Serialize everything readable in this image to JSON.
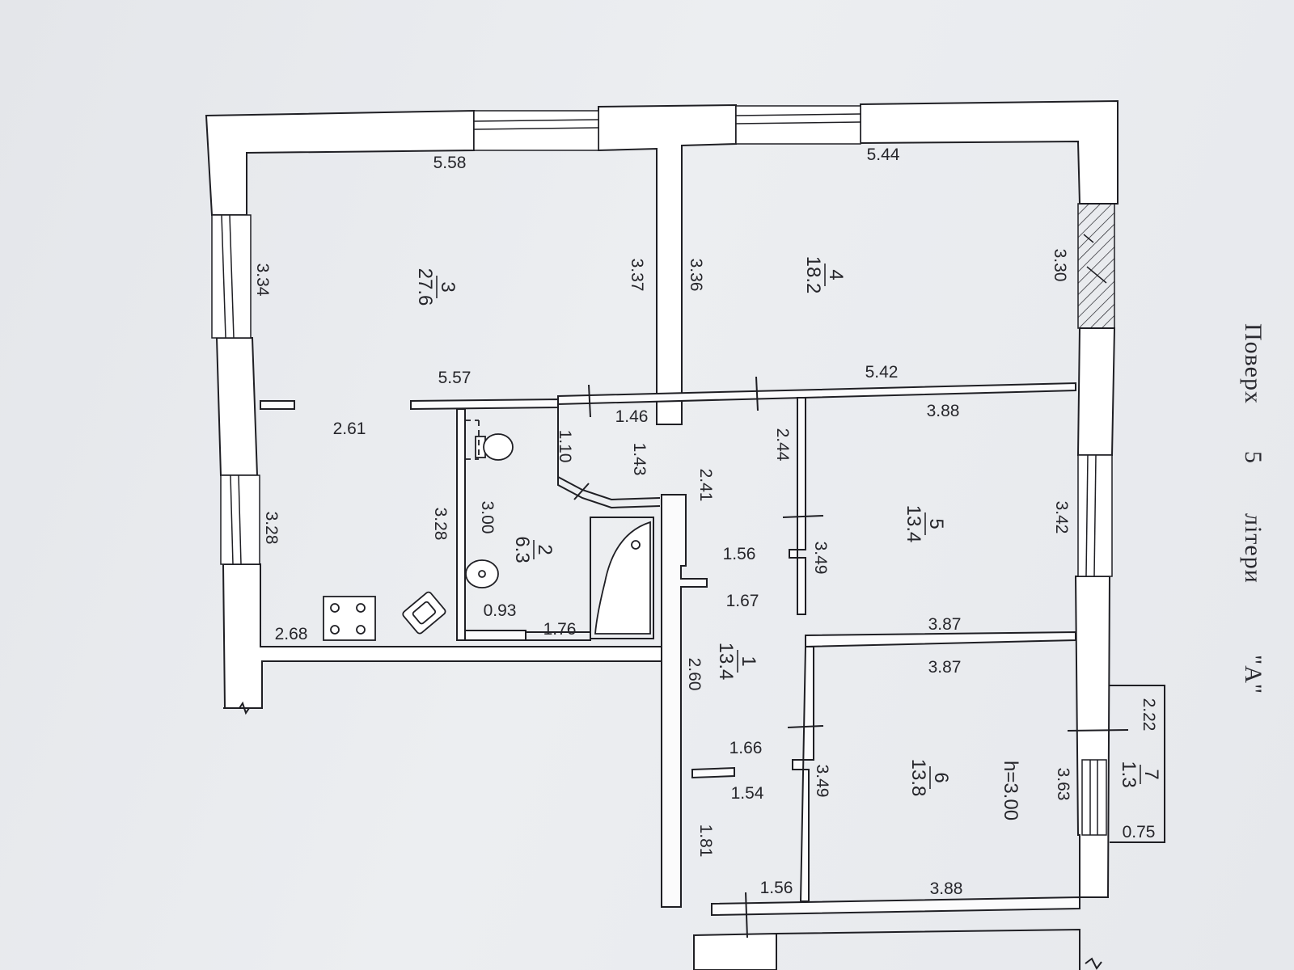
{
  "title": {
    "floor_word": "Поверх",
    "floor_number": "5",
    "litera_word": "літери",
    "litera_value": "\"А\""
  },
  "height_note": "h=3.00",
  "rooms": [
    {
      "id": "1",
      "area": "13.4"
    },
    {
      "id": "2",
      "area": "6.3"
    },
    {
      "id": "3",
      "area": "27.6"
    },
    {
      "id": "4",
      "area": "18.2"
    },
    {
      "id": "5",
      "area": "13.4"
    },
    {
      "id": "6",
      "area": "13.8"
    },
    {
      "id": "7",
      "area": "1.3"
    }
  ],
  "dimensions": {
    "r3_top": "5.58",
    "r3_left_upper": "3.34",
    "r3_left_lower": "3.28",
    "r3_right": "3.37",
    "r3_mid": "5.57",
    "r3_inner": "2.61",
    "r3_partition": "3.28",
    "r3_bottom": "2.68",
    "r4_top": "5.44",
    "r4_left": "3.36",
    "r4_right": "3.30",
    "r4_bottom": "5.42",
    "r2_left": "3.00",
    "r2_bottom_a": "0.93",
    "r2_bottom_b": "1.76",
    "r2_niche": "1.10",
    "c_a": "1.46",
    "c_b": "1.43",
    "c_c": "2.41",
    "c_d": "2.44",
    "r1_a": "1.56",
    "r1_b": "1.67",
    "r1_c": "2.60",
    "r1_d": "1.66",
    "r1_e": "1.54",
    "r1_f": "1.81",
    "r1_g": "1.56",
    "r5_top": "3.88",
    "r5_right": "3.42",
    "r5_left": "3.49",
    "r5_bottom": "3.87",
    "r6_top": "3.87",
    "r6_right": "3.63",
    "r6_left": "3.49",
    "r6_bottom": "3.88",
    "r7_a": "2.22",
    "r7_b": "0.75"
  }
}
